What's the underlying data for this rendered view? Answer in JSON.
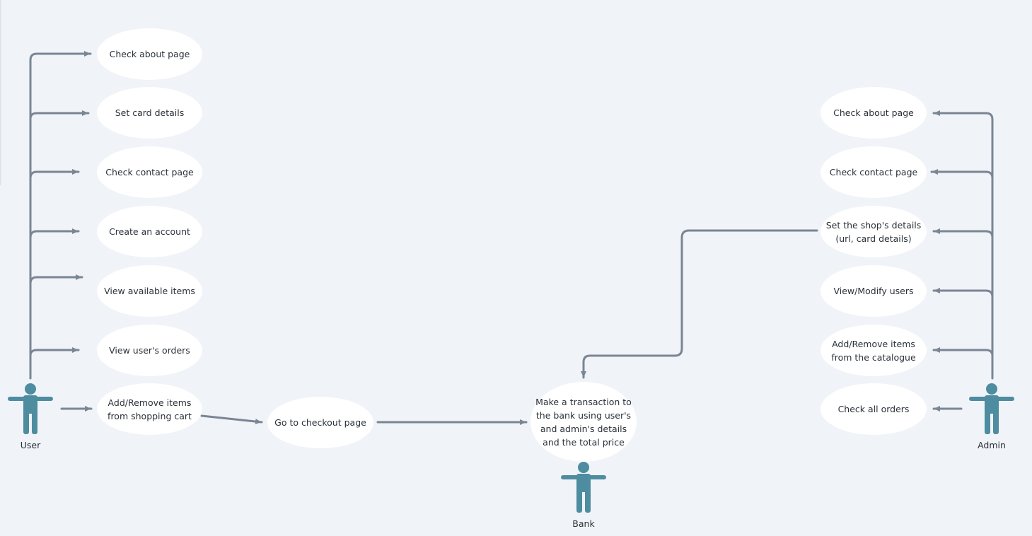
{
  "colors": {
    "background": "#f0f3f7",
    "connector": "#7a8694",
    "actor": "#4e8ca0",
    "usecase_fill": "#ffffff",
    "text": "#2b3138"
  },
  "actors": {
    "user": {
      "label": "User",
      "icon": "stick-figure-icon"
    },
    "admin": {
      "label": "Admin",
      "icon": "stick-figure-icon"
    },
    "bank": {
      "label": "Bank",
      "icon": "stick-figure-icon"
    }
  },
  "user_usecases": [
    {
      "label": "Check about page"
    },
    {
      "label": "Set card details"
    },
    {
      "label": "Check contact page"
    },
    {
      "label": "Create an account"
    },
    {
      "label": "View available items"
    },
    {
      "label": "View user's orders"
    },
    {
      "label": "Add/Remove items\nfrom shopping cart"
    }
  ],
  "checkout": {
    "label": "Go to checkout page"
  },
  "transaction": {
    "label": "Make a transaction to\nthe bank using user's\nand admin's details\nand the total price"
  },
  "admin_usecases": [
    {
      "label": "Check about page"
    },
    {
      "label": "Check contact page"
    },
    {
      "label": "Set the shop's details\n(url, card details)"
    },
    {
      "label": "View/Modify users"
    },
    {
      "label": "Add/Remove items\nfrom the catalogue"
    },
    {
      "label": "Check all orders"
    }
  ]
}
